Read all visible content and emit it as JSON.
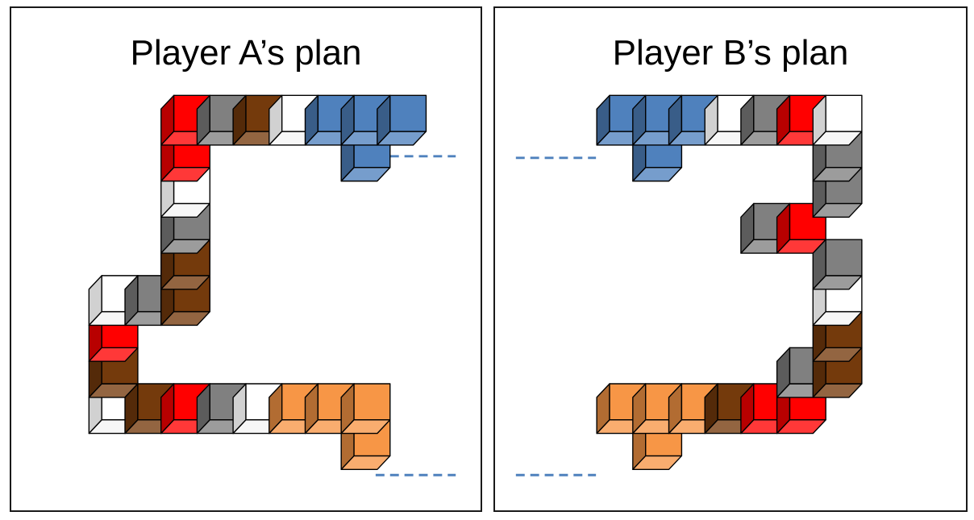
{
  "colors": {
    "blue": "#4f81bd",
    "orange": "#f79646",
    "red": "#ff0000",
    "brown": "#743a0c",
    "gray": "#808080",
    "white": "#ffffff"
  },
  "panels": [
    {
      "title": "Player A’s plan",
      "blocks": [
        {
          "c": 2,
          "r": 1,
          "color": "red"
        },
        {
          "c": 3,
          "r": 1,
          "color": "gray"
        },
        {
          "c": 4,
          "r": 1,
          "color": "brown"
        },
        {
          "c": 5,
          "r": 1,
          "color": "white"
        },
        {
          "c": 6,
          "r": 1,
          "color": "blue"
        },
        {
          "c": 7,
          "r": 1,
          "color": "blue"
        },
        {
          "c": 8,
          "r": 1,
          "color": "blue"
        },
        {
          "c": 7,
          "r": 2,
          "color": "blue"
        },
        {
          "c": 2,
          "r": 2,
          "color": "red"
        },
        {
          "c": 2,
          "r": 3,
          "color": "white"
        },
        {
          "c": 2,
          "r": 4,
          "color": "gray"
        },
        {
          "c": 2,
          "r": 5,
          "color": "brown"
        },
        {
          "c": 2,
          "r": 6,
          "color": "brown"
        },
        {
          "c": 1,
          "r": 6,
          "color": "gray"
        },
        {
          "c": 0,
          "r": 6,
          "color": "white"
        },
        {
          "c": 0,
          "r": 7,
          "color": "red"
        },
        {
          "c": 0,
          "r": 8,
          "color": "brown"
        },
        {
          "c": 0,
          "r": 9,
          "color": "white"
        },
        {
          "c": 1,
          "r": 9,
          "color": "brown"
        },
        {
          "c": 2,
          "r": 9,
          "color": "red"
        },
        {
          "c": 3,
          "r": 9,
          "color": "gray"
        },
        {
          "c": 4,
          "r": 9,
          "color": "white"
        },
        {
          "c": 5,
          "r": 9,
          "color": "orange"
        },
        {
          "c": 6,
          "r": 9,
          "color": "orange"
        },
        {
          "c": 7,
          "r": 9,
          "color": "orange"
        },
        {
          "c": 7,
          "r": 10,
          "color": "orange"
        }
      ]
    },
    {
      "title": "Player B’s plan",
      "blocks": [
        {
          "c": 0,
          "r": 1,
          "color": "blue"
        },
        {
          "c": 1,
          "r": 1,
          "color": "blue"
        },
        {
          "c": 2,
          "r": 1,
          "color": "blue"
        },
        {
          "c": 3,
          "r": 1,
          "color": "white"
        },
        {
          "c": 4,
          "r": 1,
          "color": "gray"
        },
        {
          "c": 5,
          "r": 1,
          "color": "red"
        },
        {
          "c": 6,
          "r": 1,
          "color": "white"
        },
        {
          "c": 1,
          "r": 2,
          "color": "blue"
        },
        {
          "c": 6,
          "r": 2,
          "color": "gray"
        },
        {
          "c": 6,
          "r": 3,
          "color": "gray"
        },
        {
          "c": 5,
          "r": 4,
          "color": "red"
        },
        {
          "c": 4,
          "r": 4,
          "color": "gray"
        },
        {
          "c": 6,
          "r": 5,
          "color": "gray"
        },
        {
          "c": 6,
          "r": 6,
          "color": "white"
        },
        {
          "c": 6,
          "r": 7,
          "color": "brown"
        },
        {
          "c": 6,
          "r": 8,
          "color": "brown"
        },
        {
          "c": 5,
          "r": 8,
          "color": "gray"
        },
        {
          "c": 5,
          "r": 9,
          "color": "red"
        },
        {
          "c": 4,
          "r": 9,
          "color": "red"
        },
        {
          "c": 3,
          "r": 9,
          "color": "brown"
        },
        {
          "c": 2,
          "r": 9,
          "color": "orange"
        },
        {
          "c": 1,
          "r": 9,
          "color": "orange"
        },
        {
          "c": 0,
          "r": 9,
          "color": "orange"
        },
        {
          "c": 1,
          "r": 10,
          "color": "orange"
        }
      ]
    }
  ]
}
